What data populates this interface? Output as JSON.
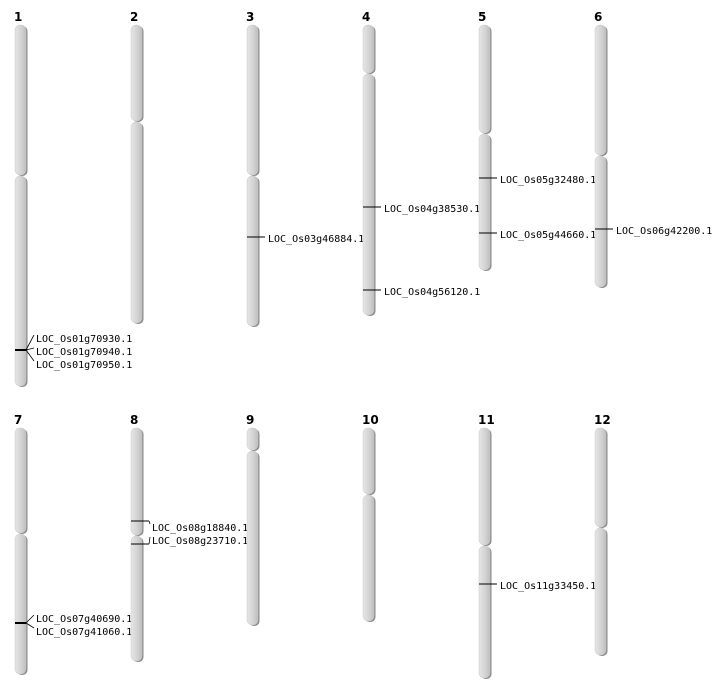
{
  "colors": {
    "chromosome_fill": "#d4d4d4",
    "chromosome_shadow": "#8a8a8a",
    "marker": "#000000"
  },
  "chromosomes": [
    {
      "label": "1",
      "genes": [
        "LOC_Os01g70930.1",
        "LOC_Os01g70940.1",
        "LOC_Os01g70950.1"
      ]
    },
    {
      "label": "2",
      "genes": []
    },
    {
      "label": "3",
      "genes": [
        "LOC_Os03g46884.1"
      ]
    },
    {
      "label": "4",
      "genes": [
        "LOC_Os04g38530.1",
        "LOC_Os04g56120.1"
      ]
    },
    {
      "label": "5",
      "genes": [
        "LOC_Os05g32480.1",
        "LOC_Os05g44660.1"
      ]
    },
    {
      "label": "6",
      "genes": [
        "LOC_Os06g42200.1"
      ]
    },
    {
      "label": "7",
      "genes": [
        "LOC_Os07g40690.1",
        "LOC_Os07g41060.1"
      ]
    },
    {
      "label": "8",
      "genes": [
        "LOC_Os08g18840.1",
        "LOC_Os08g23710.1"
      ]
    },
    {
      "label": "9",
      "genes": []
    },
    {
      "label": "10",
      "genes": []
    },
    {
      "label": "11",
      "genes": [
        "LOC_Os11g33450.1"
      ]
    },
    {
      "label": "12",
      "genes": []
    }
  ]
}
